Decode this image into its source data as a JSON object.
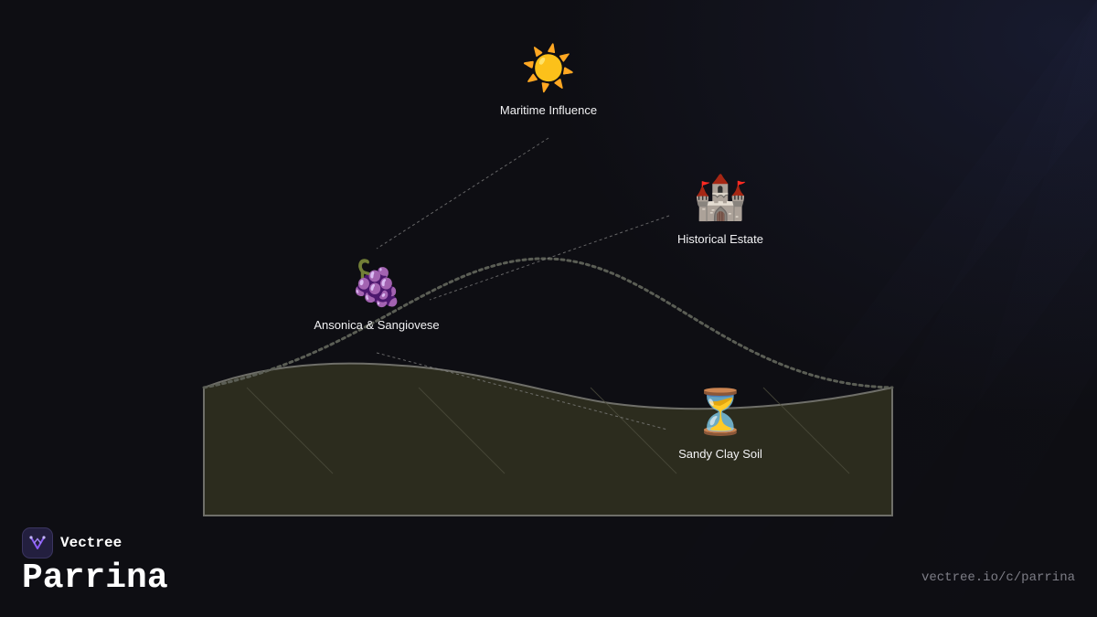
{
  "brand": {
    "name": "Vectree",
    "logo_icon": "vectree-logo-icon",
    "logo_color": "#8b5cf6"
  },
  "page": {
    "title": "Parrina",
    "url": "vectree.io/c/parrina"
  },
  "nodes": [
    {
      "id": "maritime",
      "label": "Maritime Influence",
      "emoji": "☀️",
      "icon": "sun-icon"
    },
    {
      "id": "historical",
      "label": "Historical Estate",
      "emoji": "🏰",
      "icon": "castle-icon"
    },
    {
      "id": "grapes",
      "label": "Ansonica & Sangiovese",
      "emoji": "🍇",
      "icon": "grapes-icon"
    },
    {
      "id": "soil",
      "label": "Sandy Clay Soil",
      "emoji": "⏳",
      "icon": "hourglass-icon"
    }
  ],
  "colors": {
    "background": "#0e0e13",
    "terrain_fill": "#2c2c1e",
    "terrain_stroke": "#6f6f69",
    "connector": "#8a8a8a",
    "text": "#ffffff",
    "url_text": "#7d7d86"
  }
}
